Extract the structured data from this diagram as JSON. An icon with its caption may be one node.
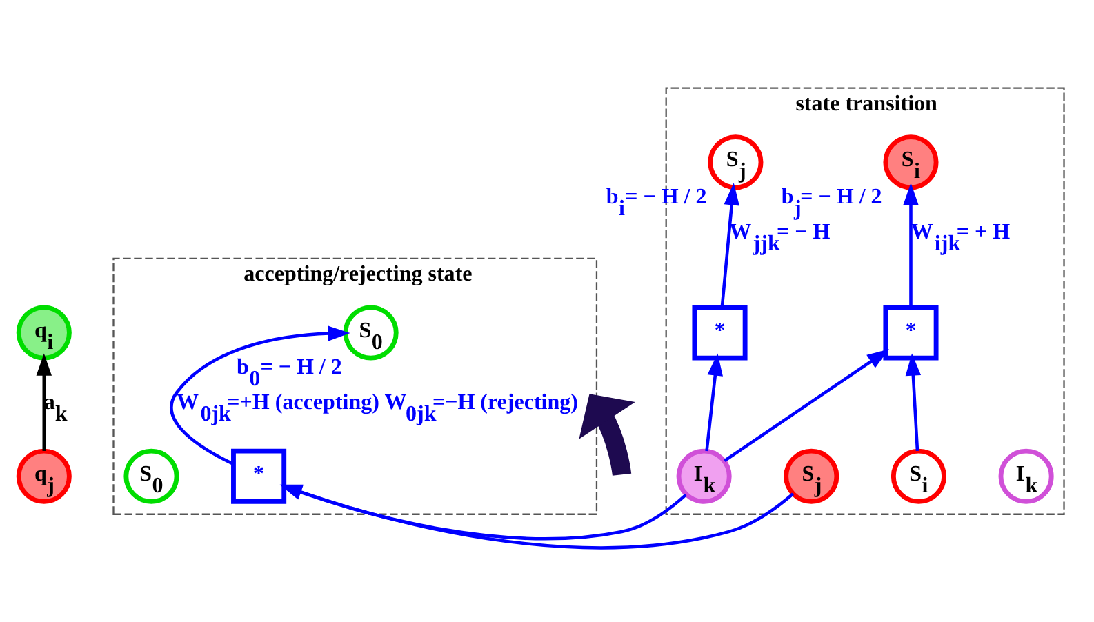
{
  "diagram": {
    "nodes": [
      {
        "text": [
          "q$_{i}$"
        ]
      },
      {
        "text": [
          "q$_{j}$"
        ]
      },
      {
        "text": [
          "accepting/rejecting state"
        ]
      },
      {
        "text": [
          "S$_{0}$"
        ],
        "in": 2,
        "beside": [
          "b$_{0}$= − H / 2"
        ]
      },
      {
        "text": [
          "*"
        ],
        "in": 2
      },
      {
        "text": [
          "S$_{0}$"
        ],
        "in": 2
      },
      {
        "text": [
          "state transition"
        ]
      },
      {
        "text": [
          "S$_{i}$"
        ],
        "in": 6,
        "beside": [
          "b$_{j}$= − H / 2"
        ]
      },
      {
        "text": [
          "S$_{j}$"
        ],
        "in": 6,
        "beside": [
          "b$_{i}$= − H / 2"
        ]
      },
      {
        "text": [
          "I$_{k}$"
        ],
        "in": 6
      },
      {
        "text": [
          "*"
        ],
        "in": 6
      },
      {
        "text": [
          "*"
        ],
        "in": 6
      },
      {
        "text": [
          "S$_{i}$"
        ],
        "in": 6
      },
      {
        "text": [
          "S$_{j}$"
        ],
        "in": 6
      },
      {
        "text": [
          "I$_{k}$"
        ],
        "in": 6
      }
    ],
    "edges": [
      {
        "from": 1,
        "to": 0,
        "arrow": "to",
        "label": "a$_{k}$",
        "color": "#000000"
      },
      {
        "from": null,
        "to": 2,
        "arrow": "to",
        "style": "thick",
        "color": "#1e0a50"
      },
      {
        "from": 4,
        "to": 3,
        "arrow": "to",
        "label": "W$_{0jk}$=+H (accepting) W$_{0jk}$=−H (rejecting)"
      },
      {
        "from": 10,
        "to": 7,
        "arrow": "to",
        "label": "W$_{ijk}$= + H"
      },
      {
        "from": 11,
        "to": 8,
        "arrow": "to",
        "label": "W$_{jjk}$= − H"
      },
      {
        "from": 13,
        "to": 4,
        "arrow": "to"
      },
      {
        "from": 14,
        "to": 4,
        "arrow": "to"
      },
      {
        "from": 12,
        "to": 10,
        "arrow": "to"
      },
      {
        "from": 14,
        "to": 10,
        "arrow": "to"
      },
      {
        "from": 14,
        "to": 11,
        "arrow": "to"
      }
    ]
  }
}
